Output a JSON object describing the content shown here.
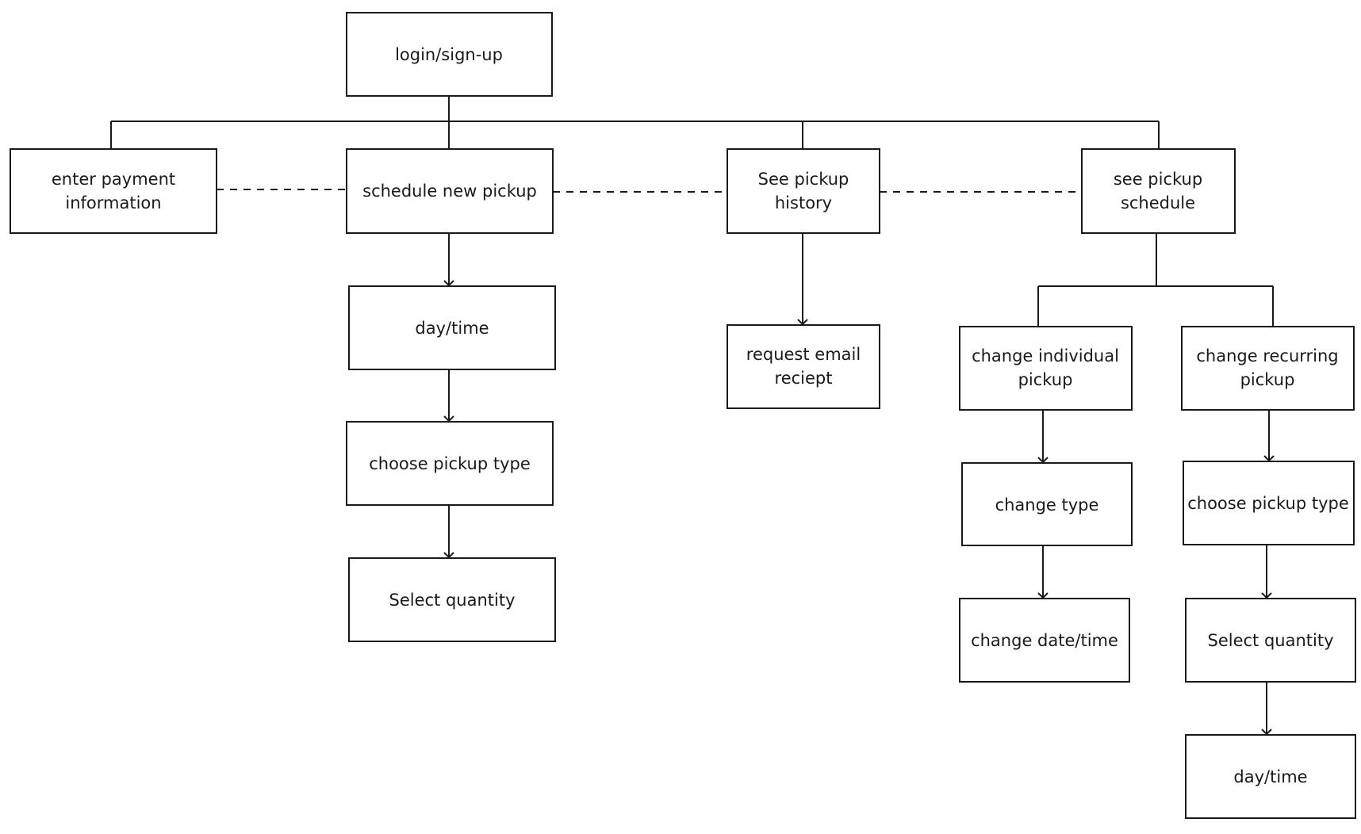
{
  "nodes": {
    "login": [
      "login/sign-up"
    ],
    "payment": [
      "enter payment",
      "information"
    ],
    "schedule_new": [
      "schedule new pickup"
    ],
    "see_history": [
      "See pickup",
      "history"
    ],
    "see_schedule": [
      "see pickup",
      "schedule"
    ],
    "day_time_1": [
      "day/time"
    ],
    "choose_type_1": [
      "choose pickup type"
    ],
    "select_qty_1": [
      "Select quantity"
    ],
    "request_email": [
      "request email",
      "reciept"
    ],
    "change_individual": [
      "change individual",
      "pickup"
    ],
    "change_recurring": [
      "change recurring",
      "pickup"
    ],
    "change_type": [
      "change type"
    ],
    "change_date_time": [
      "change date/time"
    ],
    "choose_type_2": [
      "choose pickup type"
    ],
    "select_qty_2": [
      "Select quantity"
    ],
    "day_time_2": [
      "day/time"
    ]
  }
}
